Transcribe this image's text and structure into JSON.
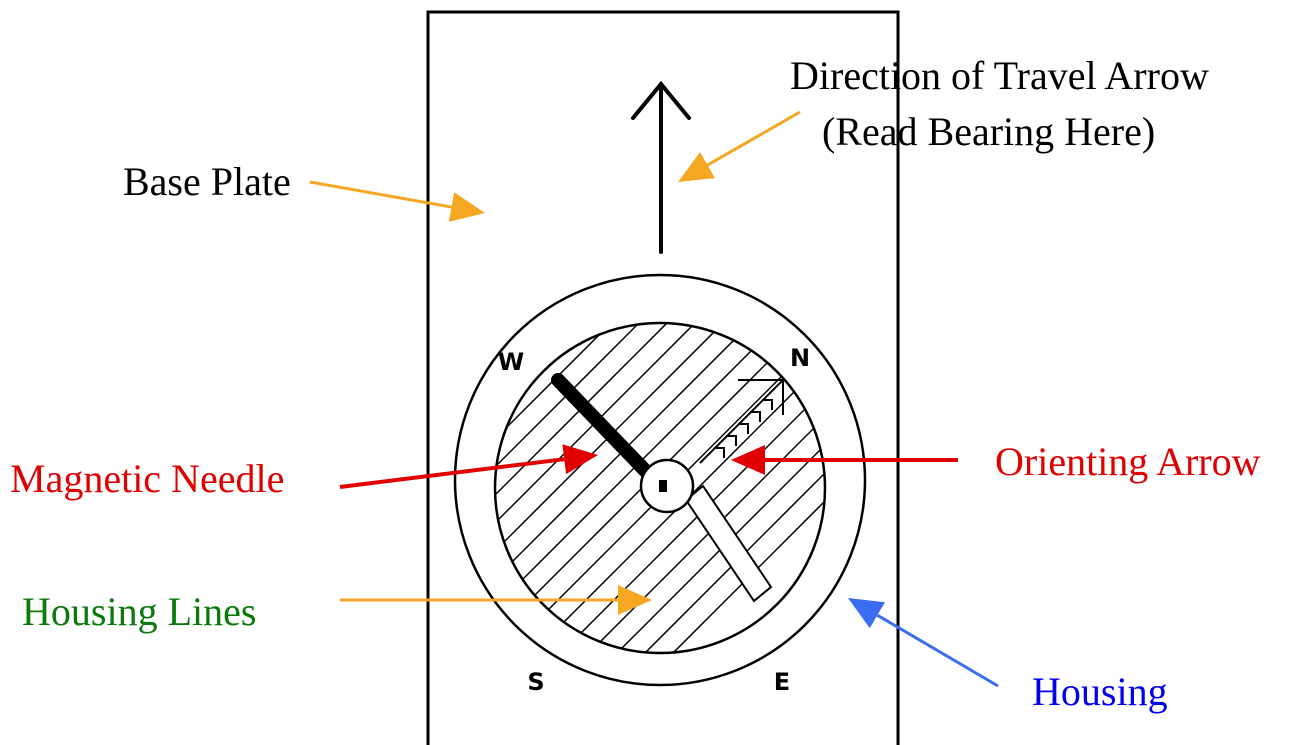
{
  "labels": {
    "base_plate": "Base Plate",
    "direction_line1": "Direction of Travel Arrow",
    "direction_line2": "(Read Bearing Here)",
    "magnetic_needle": "Magnetic Needle",
    "orienting_arrow": "Orienting Arrow",
    "housing_lines": "Housing Lines",
    "housing": "Housing"
  },
  "cardinals": {
    "north": "N",
    "east": "E",
    "south": "S",
    "west": "W"
  },
  "colors": {
    "ink": "#000000",
    "orange_arrow": "#f5a623",
    "red": "#e00000",
    "green": "#0a7a0a",
    "blue_label": "#0000ee",
    "blue_arrow": "#3a6df0"
  }
}
